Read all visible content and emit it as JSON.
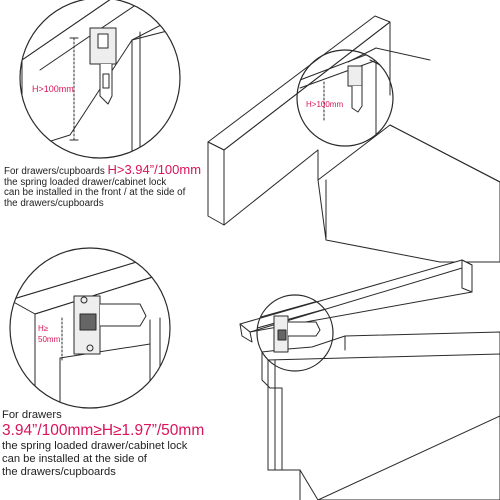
{
  "labels": {
    "circle_tl": "H>100mm",
    "circle_tr": "H>100mm",
    "circle_bl_1": "H≥",
    "circle_bl_2": "50mm"
  },
  "caption_top": {
    "prefix": "For drawers/cupboards ",
    "highlight": "H>3.94”/100mm",
    "line2": "the spring loaded drawer/cabinet lock",
    "line3": "can be installed in the front / at the side of",
    "line4": "the drawers/cupboards"
  },
  "caption_bottom": {
    "line1": "For drawers",
    "highlight": "3.94”/100mm≥H≥1.97”/50mm",
    "line3": "the spring loaded drawer/cabinet lock",
    "line4": "can be installed at the side of",
    "line5": "the drawers/cupboards"
  },
  "colors": {
    "line": "#2a2a2a",
    "accent": "#d8145a"
  }
}
